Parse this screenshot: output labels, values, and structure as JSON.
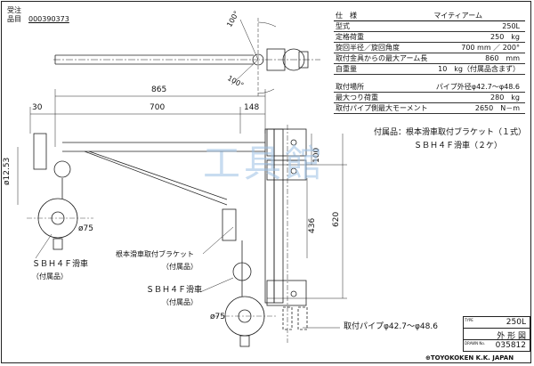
{
  "order": {
    "label": "受注",
    "number_label": "品目",
    "number": "000390373"
  },
  "spec": {
    "header": {
      "left": "仕　様",
      "right": "マイティアーム"
    },
    "rows": [
      {
        "label": "型式",
        "value": "250L"
      },
      {
        "label": "定格荷重",
        "value": "250　kg"
      },
      {
        "label": "旋回半径／旋回角度",
        "value": "700 mm ／ 200°"
      },
      {
        "label": "取付金具からの最大アーム長",
        "value": "860　mm"
      },
      {
        "label": "自重量",
        "value": "10　kg（付属品含まず）"
      },
      {
        "label": "取付場所",
        "value": "パイプ外径φ42.7～φ48.6"
      },
      {
        "label": "最大つり荷重",
        "value": "280　kg"
      },
      {
        "label": "取付パイプ側最大モーメント",
        "value": "2650　N－m"
      }
    ]
  },
  "notes": {
    "accessory": "付属品：根本滑車取付ブラケット（１式）",
    "pulley_count": "ＳＢＨ４Ｆ滑車（２ケ）"
  },
  "dims": {
    "d865": "865",
    "d700": "700",
    "d30": "30",
    "d148": "148",
    "d12_53": "ø12.53",
    "d75a": "ø75",
    "d75b": "ø75",
    "d100": "100",
    "d620": "620",
    "d436": "436",
    "a100_top": "100°",
    "a100_bot": "100°"
  },
  "labels": {
    "sbh_left": "ＳＢＨ４Ｆ滑車",
    "fuzoku_left": "（付属品）",
    "bracket": "根本滑車取付ブラケット",
    "fuzoku_mid": "（付属品）",
    "sbh_mid": "ＳＢＨ４Ｆ滑車",
    "fuzoku_mid2": "（付属品）",
    "pipe": "取付パイプφ42.7～φ48.6"
  },
  "watermark": "工具館",
  "title_block": {
    "type_label": "TYPE",
    "type": "250L",
    "kind": "外 形 図",
    "drawing_label": "DRAWN No.",
    "drawing_no": "035812"
  },
  "company": "⊕TOYOKOKEN K.K. JAPAN"
}
